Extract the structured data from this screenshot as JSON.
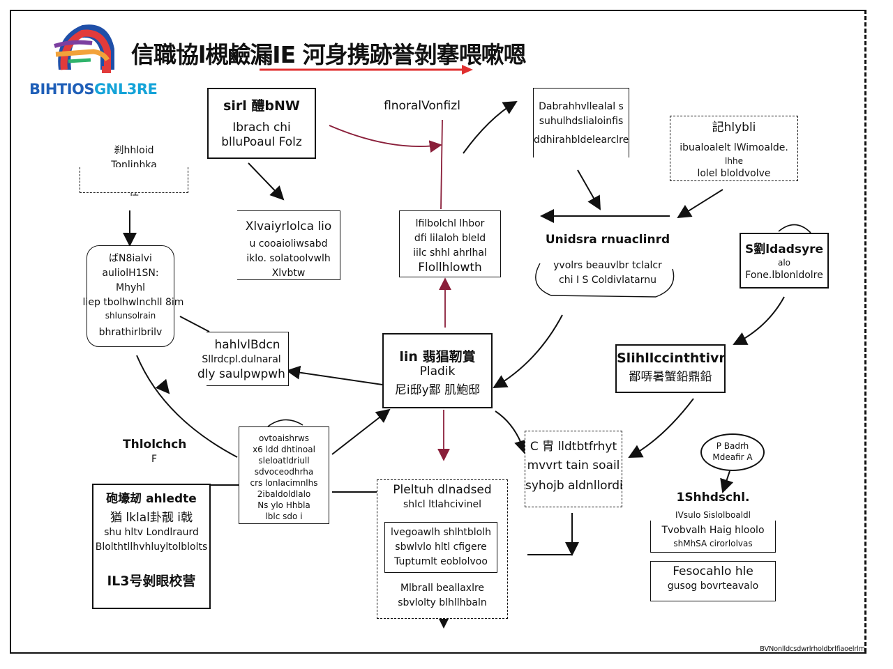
{
  "brand": {
    "name_a": "BIHTIOS",
    "name_b": "GNL3RE"
  },
  "title": "信職協l槻鹼漏IE  河身携跡誉剝搴喂嗽嗯",
  "nodes": {
    "n1": {
      "lines": [
        "sirl 醴bNW",
        "Ibrach chi",
        "blluPoaul Folz"
      ]
    },
    "n2": {
      "lines": [
        "flnoralVonfizl"
      ]
    },
    "n3": {
      "lines": [
        "Dabrahhvllealal s",
        "suhulhdslialoinfis",
        "ddhirahbldelearclres"
      ]
    },
    "n4": {
      "lines": [
        "記hlybli",
        "ibualoalelt lWimoalde.",
        "lhhe",
        "lolel bloldvolve"
      ]
    },
    "n5": {
      "lines": [
        "刹hhloid",
        "Tonlinhka",
        "仕"
      ]
    },
    "n6": {
      "lines": [
        "Xlvaiyrlolca lio",
        "u cooaioliwsabd",
        "iklo. solatoolvwlh",
        "Xlvbtw"
      ]
    },
    "n7": {
      "lines": [
        "lfilbolchl lhbor",
        "dfi lilaloh bleld",
        "iilc shhl ahrlhal",
        "Flollhlowth"
      ]
    },
    "n8": {
      "lines": [
        "Unidsra rnuaclinrd",
        "yvolrs beauvlbr tclalcr",
        "chi I S Coldivlatarnu"
      ]
    },
    "n9": {
      "lines": [
        "S劉ldadsyre",
        "alo",
        "Fone.lblonldolre"
      ]
    },
    "n10": {
      "lines": [
        "ばN8ialvi",
        "auliolH1SN:",
        "Mhyhl",
        "liep tbolhwlnchll 8im",
        "shlunsolrain",
        "bhrathirlbrilv"
      ]
    },
    "n11": {
      "lines": [
        "hahlvlBdcn",
        "Sllrdcpl.dulnaral",
        "dly saulpwpwh"
      ]
    },
    "n12": {
      "lines": [
        "lin 翡猖靭賞",
        "Pladik",
        "尼i邸y鄙 肌鮑邸"
      ]
    },
    "n13": {
      "lines": [
        "Slihllccinthtivno",
        "鄙哢暑蟹鉛鼎鉛"
      ]
    },
    "n14": {
      "lines": [
        "Thlolchch",
        "F"
      ]
    },
    "n15": {
      "lines": [
        "ovtoaishrws",
        "x6 ldd dhtinoal",
        "sleloatldriull",
        "sdvoceodhrha",
        "crs lonlacimnlhs",
        "2ibaldoldlalo",
        "Ns ylo Hhbla",
        "lblc sdo i"
      ]
    },
    "n16": {
      "lines": [
        "C 胄 lldtbtfrhyt",
        "mvvrt tain soail",
        "syhojb  aldnllordin"
      ]
    },
    "n17": {
      "lines": [
        "P Badrh",
        "Mdeafir A"
      ]
    },
    "n18": {
      "lines": [
        "砲壕刼 ahledte",
        "猶 lklal卦靓 i戟",
        "shu hltv  Londlraurd",
        "Blolthtllhvhluyltolblolts",
        "lL3号剝眼校营"
      ]
    },
    "n19": {
      "lines": [
        "Pleltuh dlnadsed",
        "shlcl ltlahcivinel",
        "lvegoawlh shlhtblolh",
        "sbwlvlo hltl cfigere",
        "Tuptumlt eoblolvoo",
        "Mlbrall beallaxlre",
        "sbvlolty blhllhbaln"
      ]
    },
    "n20": {
      "lines": [
        "1Shhdschl.",
        "IVsulo Sislolboaldl",
        "Tvobvalh Haig hloolo",
        "shMhSA cirorlolvas",
        "Fesocahlo hle",
        "gusog bovrteavalo"
      ]
    }
  },
  "footer": "BVNonlldcsdwrlrholdbrlfiaoelrlm"
}
